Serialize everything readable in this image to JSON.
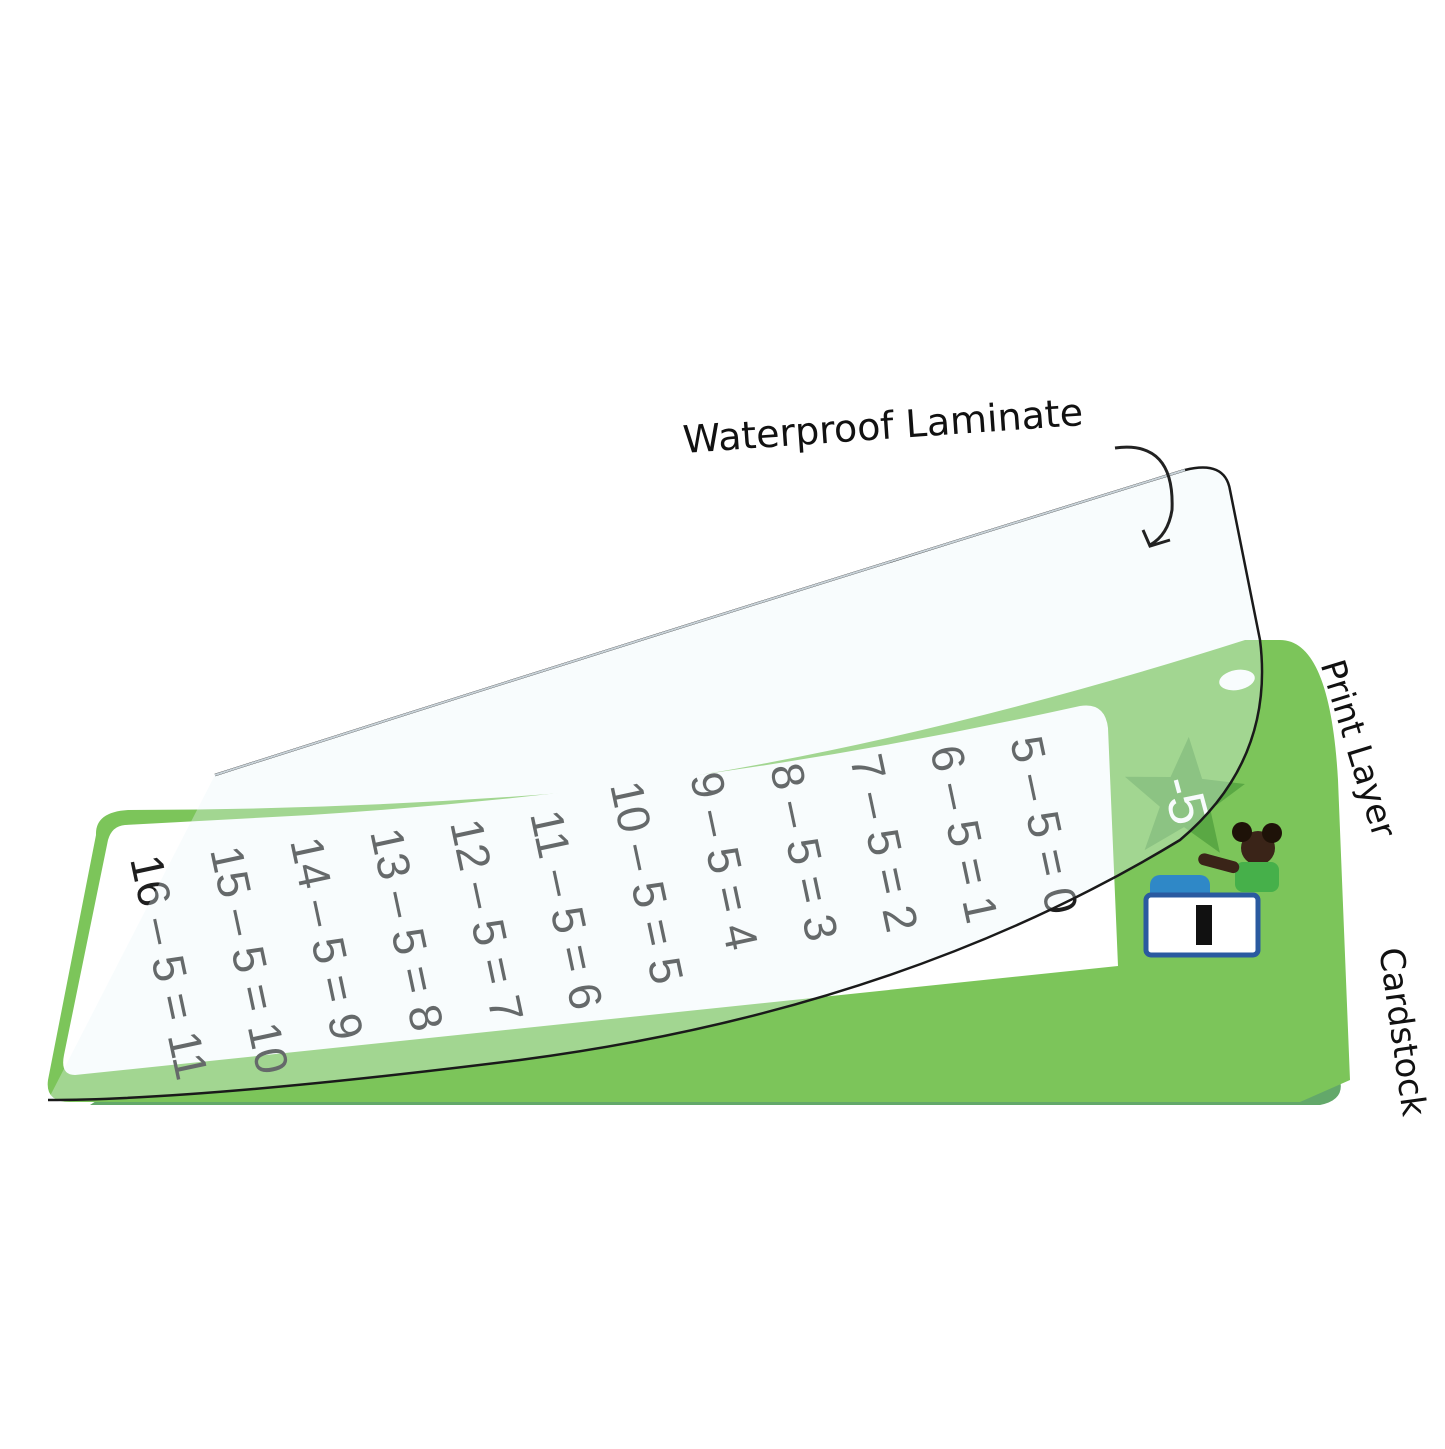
{
  "callouts": {
    "laminate": "Waterproof Laminate",
    "print_layer": "Print Layer",
    "cardstock": "Cardstock"
  },
  "card": {
    "badge": "-5",
    "symbol": "—",
    "equations": [
      "5 – 5 = 0",
      "6 – 5 = 1",
      "7 – 5 = 2",
      "8 – 5 = 3",
      "9 – 5 = 4",
      "10 – 5 = 5",
      "11 – 5 = 6",
      "12 – 5 = 7",
      "13 – 5 = 8",
      "14 – 5 = 9",
      "15 – 5 = 10",
      "16 – 5 = 11"
    ]
  },
  "colors": {
    "card_green": "#7cc55a",
    "card_green_dark": "#63a86a",
    "star_green": "#5aa844",
    "panel_white": "#ffffff"
  },
  "icons": {
    "character": "girl-with-books-icon",
    "arrow": "curved-arrow-icon"
  }
}
